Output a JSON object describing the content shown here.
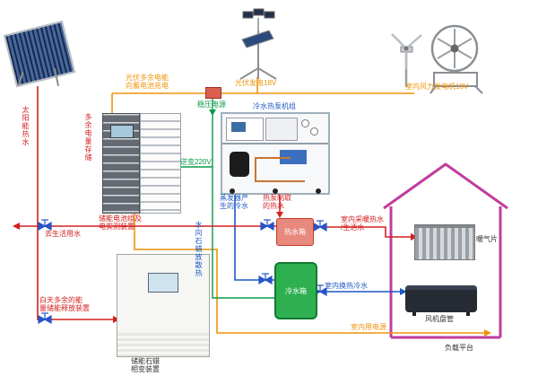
{
  "diagram": {
    "type": "energy-system-schematic",
    "labels": {
      "solar_hot_water": "太阳能热水",
      "to_domestic_water": "去生活用水",
      "surplus_power_storage": "多余电量存储",
      "pv_surplus_charge": "光伏多余电能\n向蓄电池充电",
      "pv_generation": "光伏发电18V",
      "indoor_wind_generator": "室内风力发电机18V",
      "voltage_regulator": "稳压电源",
      "chilled_heat_pump_unit": "冷水热泵机组",
      "inverter_220v": "逆变220V",
      "battery_test_device": "储能电池组及\n电实测装置",
      "evaporator_cold_water": "蒸发器产\n生的冷水",
      "heat_pump_hot_water": "热泵制取\n的热水",
      "hot_water_tank": "热水箱",
      "cold_water_tank": "冷水箱",
      "water_to_paraffin": "水向石蜡放散热",
      "daytime_surplus_storage": "白天多余的能\n量储能释放装置",
      "paraffin_pcm_device": "储能石蜡\n相变装置",
      "indoor_heating_water": "室内采暖热水\n/生活水",
      "radiator": "暖气片",
      "indoor_exchange_cold_water": "室内换热冷水",
      "fan_coil": "风机盘管",
      "indoor_power": "室内用电源",
      "load_platform": "负载平台"
    },
    "colors": {
      "power_line": "#ef940a",
      "hot_water_line": "#d42020",
      "cold_water_line": "#1f57c3",
      "control_line": "#0a9a48",
      "house_outline": "#bf3d9e",
      "hot_tank_fill": "#e8897d",
      "cold_tank_fill": "#2eb050"
    }
  }
}
